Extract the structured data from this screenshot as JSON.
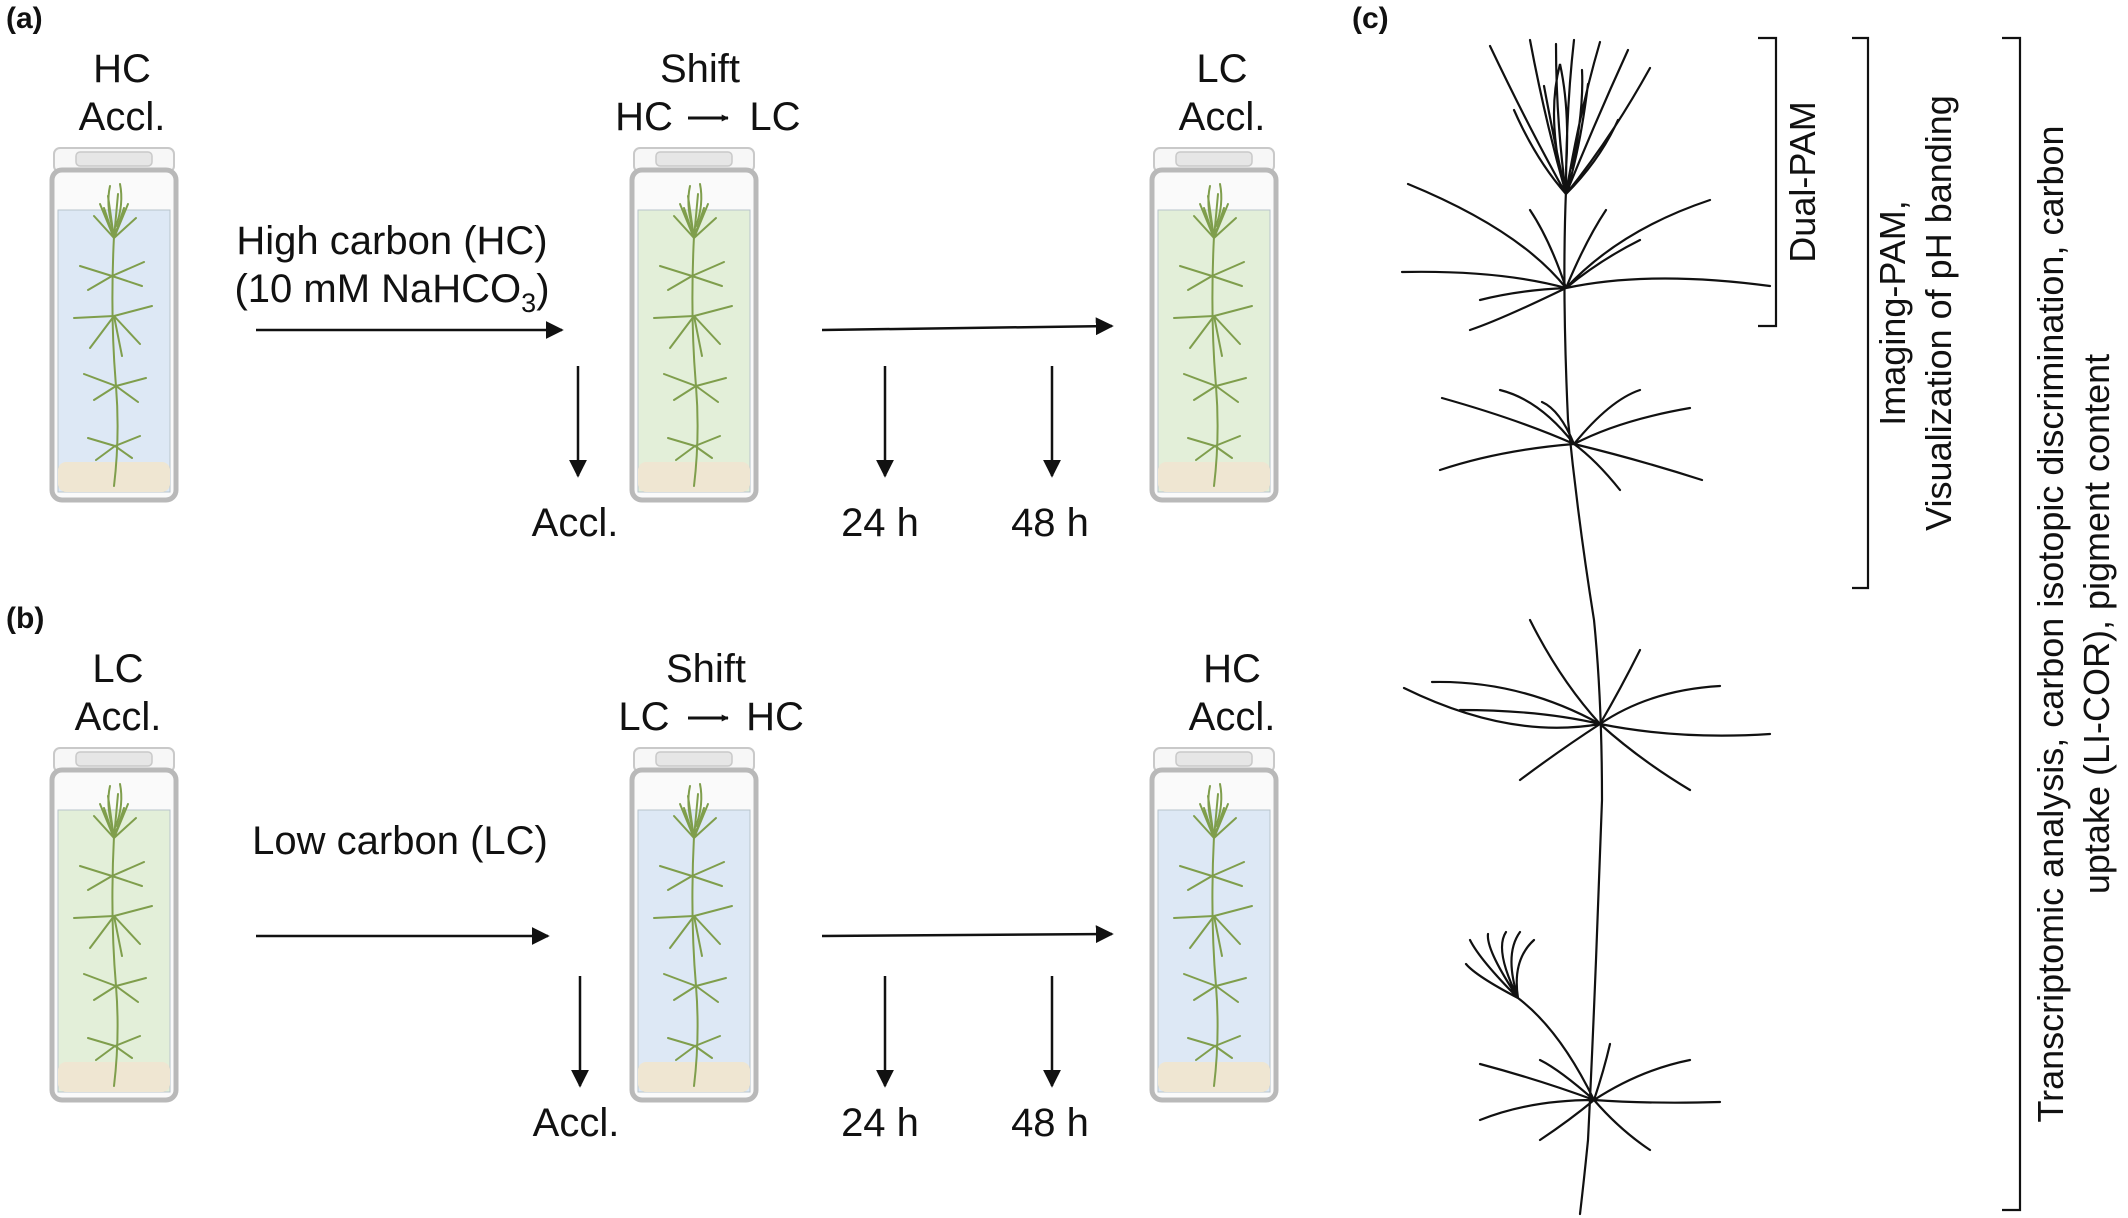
{
  "panels": {
    "a": {
      "label": "(a)",
      "start_line1": "HC",
      "start_line2": "Accl.",
      "condition_line1": "High carbon (HC)",
      "condition_line2_prefix": "(10 mM NaHCO",
      "condition_line2_sub": "3",
      "condition_line2_suffix": ")",
      "shift_title": "Shift",
      "shift_from": "HC",
      "shift_to": "LC",
      "end_line1": "LC",
      "end_line2": "Accl.",
      "sample_points": [
        "Accl.",
        "24 h",
        "48 h"
      ]
    },
    "b": {
      "label": "(b)",
      "start_line1": "LC",
      "start_line2": "Accl.",
      "condition_line1": "Low carbon (LC)",
      "shift_title": "Shift",
      "shift_from": "LC",
      "shift_to": "HC",
      "end_line1": "HC",
      "end_line2": "Accl.",
      "sample_points": [
        "Accl.",
        "24 h",
        "48 h"
      ]
    },
    "c": {
      "label": "(c)",
      "brackets": [
        {
          "lines": [
            "Dual-PAM"
          ]
        },
        {
          "lines": [
            "Imaging-PAM,",
            "Visualization  of pH banding"
          ]
        },
        {
          "lines": [
            "Transcriptomic analysis, carbon isotopic discrimination, carbon",
            "uptake (LI-COR), pigment content"
          ]
        }
      ]
    }
  },
  "colors": {
    "hc_medium": "#dde8f5",
    "lc_medium": "#e3efd9",
    "sediment": "#efe6d2",
    "plant": "#7f9e4c",
    "ink": "#111111"
  }
}
